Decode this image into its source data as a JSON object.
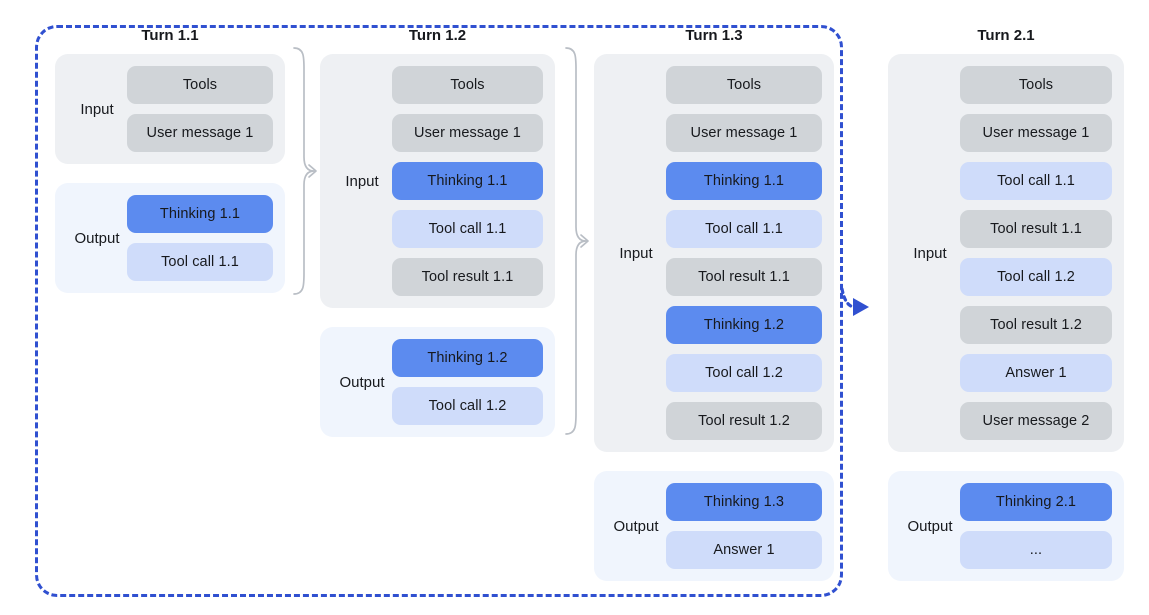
{
  "colors": {
    "input_section_bg": "#eef0f3",
    "output_section_bg": "#f0f5fd",
    "context_block_bg": "#d0d4d8",
    "thinking_block_bg": "#5c8bef",
    "tool_call_block_bg": "#cfdcfa",
    "dashed_border": "#3050d0",
    "connector": "#b9bec5",
    "text": "#17191d"
  },
  "columns": [
    {
      "title": "Turn 1.1",
      "input_label": "Input",
      "output_label": "Output",
      "input_blocks": [
        {
          "label": "Tools",
          "type": "context"
        },
        {
          "label": "User message 1",
          "type": "context"
        }
      ],
      "output_blocks": [
        {
          "label": "Thinking 1.1",
          "type": "thinking"
        },
        {
          "label": "Tool call 1.1",
          "type": "tool-call"
        }
      ]
    },
    {
      "title": "Turn 1.2",
      "input_label": "Input",
      "output_label": "Output",
      "input_blocks": [
        {
          "label": "Tools",
          "type": "context"
        },
        {
          "label": "User message 1",
          "type": "context"
        },
        {
          "label": "Thinking 1.1",
          "type": "thinking"
        },
        {
          "label": "Tool call 1.1",
          "type": "tool-call"
        },
        {
          "label": "Tool result 1.1",
          "type": "context"
        }
      ],
      "output_blocks": [
        {
          "label": "Thinking 1.2",
          "type": "thinking"
        },
        {
          "label": "Tool call 1.2",
          "type": "tool-call"
        }
      ]
    },
    {
      "title": "Turn 1.3",
      "input_label": "Input",
      "output_label": "Output",
      "input_blocks": [
        {
          "label": "Tools",
          "type": "context"
        },
        {
          "label": "User message 1",
          "type": "context"
        },
        {
          "label": "Thinking 1.1",
          "type": "thinking"
        },
        {
          "label": "Tool call 1.1",
          "type": "tool-call"
        },
        {
          "label": "Tool result 1.1",
          "type": "context"
        },
        {
          "label": "Thinking 1.2",
          "type": "thinking"
        },
        {
          "label": "Tool call 1.2",
          "type": "tool-call"
        },
        {
          "label": "Tool result 1.2",
          "type": "context"
        }
      ],
      "output_blocks": [
        {
          "label": "Thinking 1.3",
          "type": "thinking"
        },
        {
          "label": "Answer 1",
          "type": "tool-call"
        }
      ]
    },
    {
      "title": "Turn 2.1",
      "input_label": "Input",
      "output_label": "Output",
      "input_blocks": [
        {
          "label": "Tools",
          "type": "context"
        },
        {
          "label": "User message 1",
          "type": "context"
        },
        {
          "label": "Tool call 1.1",
          "type": "tool-call"
        },
        {
          "label": "Tool result 1.1",
          "type": "context"
        },
        {
          "label": "Tool call 1.2",
          "type": "tool-call"
        },
        {
          "label": "Tool result 1.2",
          "type": "context"
        },
        {
          "label": "Answer 1",
          "type": "tool-call"
        },
        {
          "label": "User message 2",
          "type": "context"
        }
      ],
      "output_blocks": [
        {
          "label": "Thinking 2.1",
          "type": "thinking"
        },
        {
          "label": "...",
          "type": "tool-call"
        }
      ]
    }
  ]
}
